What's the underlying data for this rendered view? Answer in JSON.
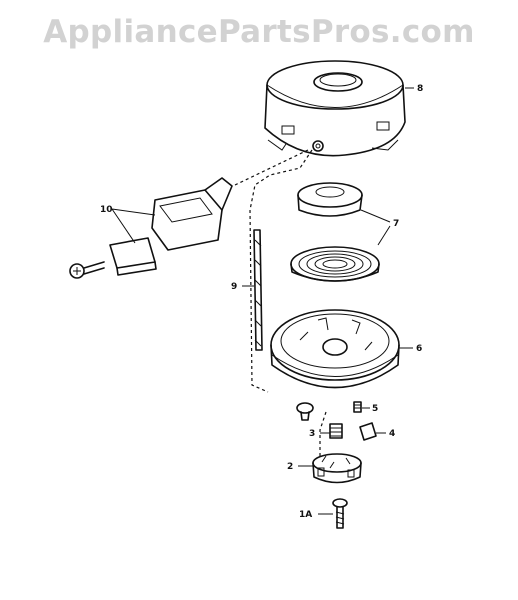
{
  "watermark": "AppliancePartsPros.com",
  "parts": [
    {
      "id": "p8",
      "label": "8"
    },
    {
      "id": "p7",
      "label": "7"
    },
    {
      "id": "p10",
      "label": "10"
    },
    {
      "id": "p9",
      "label": "9"
    },
    {
      "id": "p6",
      "label": "6"
    },
    {
      "id": "p5",
      "label": "5"
    },
    {
      "id": "p4",
      "label": "4"
    },
    {
      "id": "p3",
      "label": "3"
    },
    {
      "id": "p2",
      "label": "2"
    },
    {
      "id": "p1a",
      "label": "1A"
    }
  ]
}
